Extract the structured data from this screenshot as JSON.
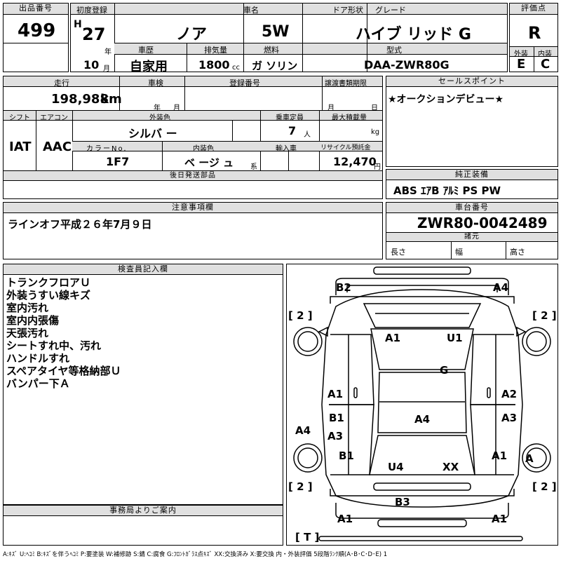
{
  "header": {
    "lot_no_label": "出品番号",
    "lot_no": "499",
    "first_reg_label": "初度登録",
    "era": "H",
    "year": "27",
    "year_unit": "年",
    "month": "10",
    "month_unit": "月",
    "car_name_label": "車名",
    "car_name": "ノア",
    "door_label": "ドア形状",
    "door": "5W",
    "grade_label": "グレード",
    "grade": "ハイブ リッド G",
    "score_label": "評価点",
    "score": "R",
    "history_label": "車歴",
    "history": "自家用",
    "displacement_label": "排気量",
    "displacement": "1800",
    "displacement_unit": "cc",
    "fuel_label": "燃料",
    "fuel": "ガ ソリン",
    "model_label": "型式",
    "model": "DAA-ZWR80G",
    "exterior_label": "外装",
    "exterior": "E",
    "interior_label": "内装",
    "interior": "C"
  },
  "mid": {
    "mileage_label": "走行",
    "mileage": "198,988",
    "mileage_unit": "km",
    "inspection_label": "車検",
    "year_unit": "年",
    "month_unit": "月",
    "reg_no_label": "登録番号",
    "transfer_label": "譲渡書類期限",
    "t_month": "月",
    "t_day": "日",
    "shift_label": "シフト",
    "shift": "IAT",
    "ac_label": "エアコン",
    "ac": "AAC",
    "ext_color_label": "外装色",
    "ext_color": "シルバ ー",
    "capacity_label": "乗車定員",
    "capacity": "7",
    "capacity_unit": "人",
    "max_load_label": "最大積載量",
    "max_load_unit": "kg",
    "color_no_label": "カラーNo.",
    "color_no": "1F7",
    "int_color_label": "内装色",
    "int_color": "ベ ージ ュ",
    "int_color_unit": "系",
    "import_label": "輸入車",
    "recycle_label": "リサイクル預託金",
    "recycle": "12,470",
    "recycle_unit": "円",
    "later_parts_label": "後日発送部品"
  },
  "sales": {
    "label": "セールスポイント",
    "text": "★オークションデビュー★"
  },
  "equipment": {
    "label": "純正装備",
    "text": "ABS ｴｱB ｱﾙﾐ PS PW"
  },
  "caution": {
    "label": "注意事項欄",
    "text": "ラインオフ平成２６年7月９日"
  },
  "chassis": {
    "label": "車台番号",
    "number": "ZWR80-0042489",
    "dims_label": "諸元",
    "length": "長さ",
    "width": "幅",
    "height": "高さ"
  },
  "inspector": {
    "label": "検査員記入欄",
    "lines": [
      "トランクフロアＵ",
      "外装うすい線キズ",
      "室内汚れ",
      "室内内張傷",
      "天張汚れ",
      "シートすれ中、汚れ",
      "ハンドルすれ",
      "スペアタイヤ等格納部Ｕ",
      "バンパー下Ａ"
    ]
  },
  "office": {
    "label": "事務局よりご案内"
  },
  "legend": "A:ｷｽﾞ U:ﾍｺﾐ B:ｷｽﾞを伴うﾍｺﾐ P:要塗装 W:補修跡 S:錆 C:腐食 G:ﾌﾛﾝﾄｶﾞﾗｽ点ｷｽﾞ XX:交換済み X:要交換 内・外装評価 5段階ﾗﾝｸ順(A･B･C･D･E) 1",
  "diagram": {
    "marks": [
      "B2",
      "A4",
      "A1",
      "U1",
      "G",
      "A1",
      "A2",
      "B1",
      "A4",
      "A3",
      "A3",
      "A4",
      "B1",
      "U4",
      "XX",
      "A1",
      "A",
      "B3",
      "A1",
      "A1"
    ],
    "tyres": [
      "[ 2 ]",
      "[ 2 ]",
      "[ 2 ]",
      "[ 2 ]"
    ],
    "spare": "[ T ]"
  }
}
